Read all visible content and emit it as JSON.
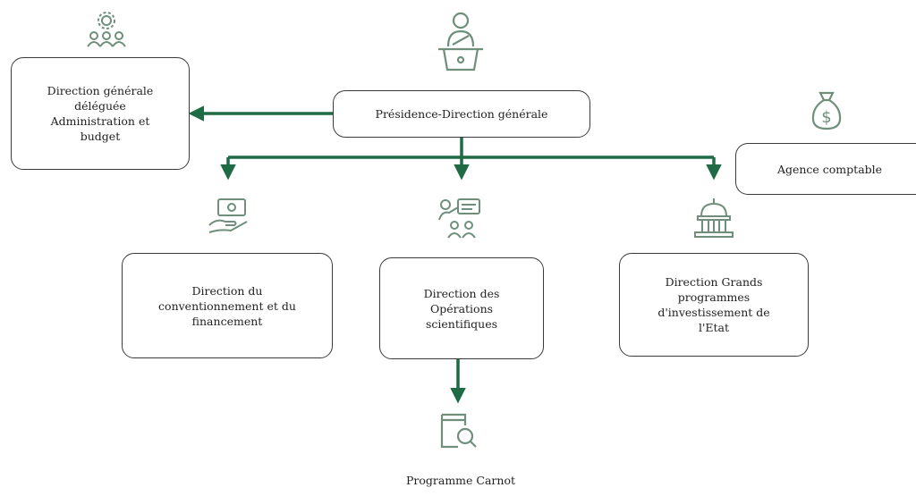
{
  "nodes": {
    "presidence": "Présidence-Direction générale",
    "dg_deleguee": "Direction générale\ndéléguée\nAdministration et\nbudget",
    "agence": "Agence comptable",
    "conventionnement": "Direction du\nconventionnement et du\nfinancement",
    "operations": "Direction des\nOpérations\nscientifiques",
    "grands_programmes": "Direction Grands\nprogrammes\nd'investissement de\nl'Etat",
    "carnot": "Programme Carnot"
  },
  "colors": {
    "arrow": "#1e6b45",
    "icon": "#6f8f7c",
    "border": "#3a3a3a"
  },
  "icons": [
    "gear-people-icon",
    "speaker-podium-icon",
    "money-bag-icon",
    "money-hand-icon",
    "team-presentation-icon",
    "government-building-icon",
    "document-search-icon"
  ]
}
